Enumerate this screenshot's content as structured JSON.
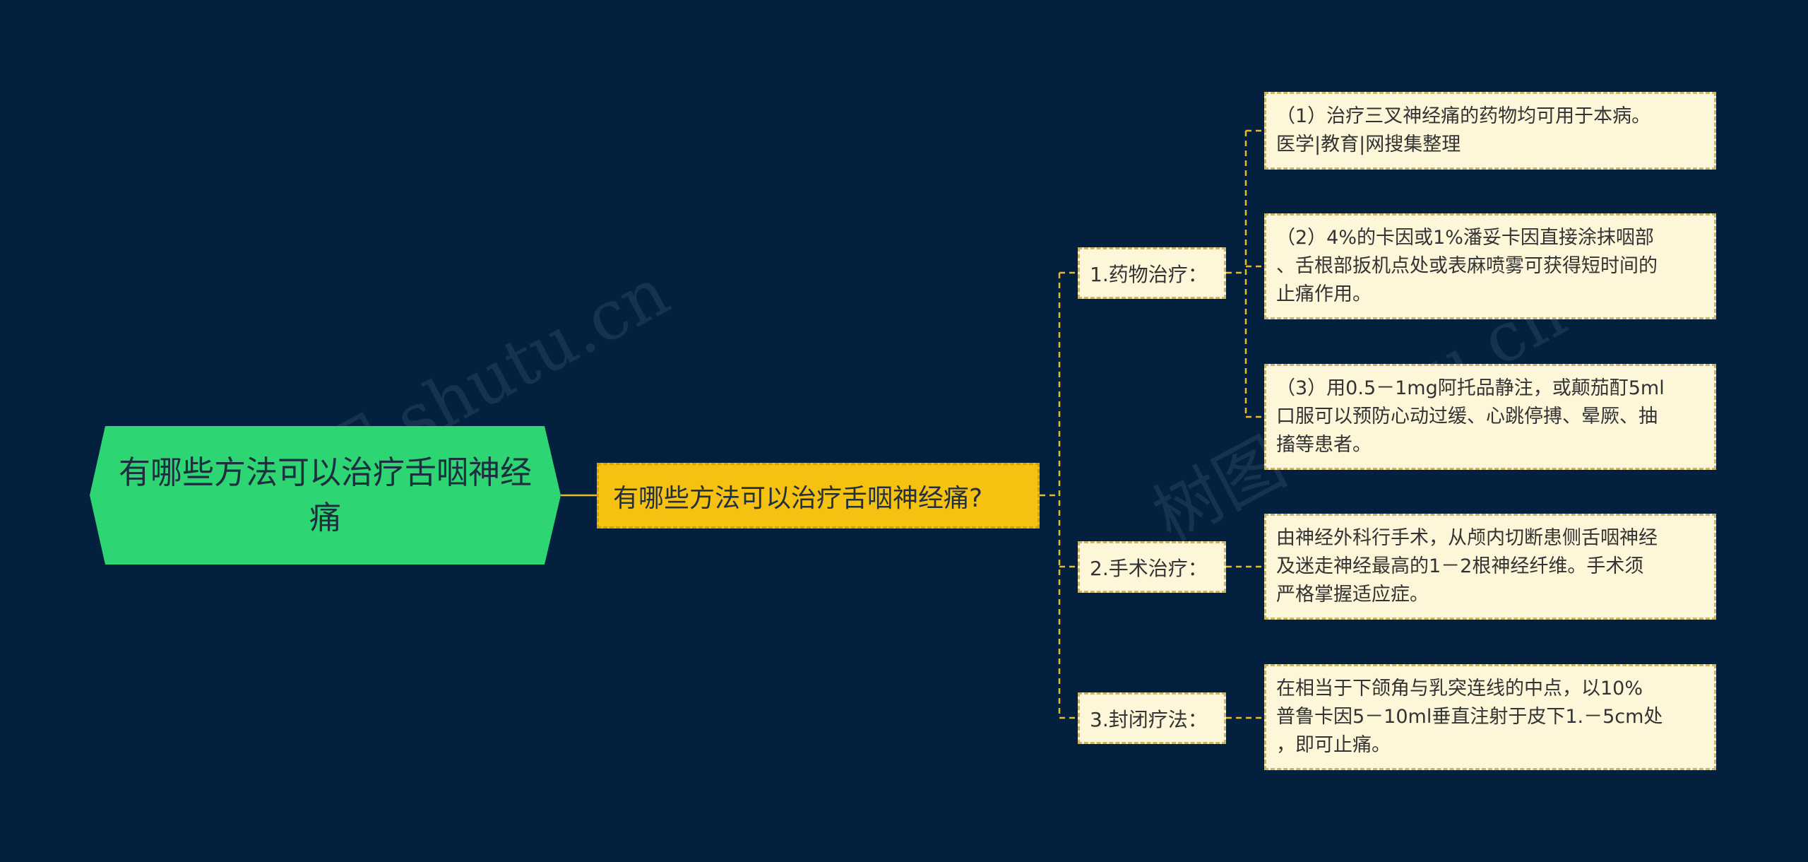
{
  "colors": {
    "background": "#03213f",
    "root_fill": "#2ed573",
    "main_fill": "#f5c211",
    "leaf_fill": "#fdf6d9",
    "connector": "#e8b923"
  },
  "mindmap": {
    "root": "有哪些方法可以治疗舌咽神经痛",
    "main": "有哪些方法可以治疗舌咽神经痛?",
    "branches": [
      {
        "label": "1.药物治疗：",
        "items": [
          "（1）治疗三叉神经痛的药物均可用于本病。\n医学|教育|网搜集整理",
          "（2）4%的卡因或1%潘妥卡因直接涂抹咽部\n、舌根部扳机点处或表麻喷雾可获得短时间的\n止痛作用。",
          "（3）用0.5－1mg阿托品静注，或颠茄酊5ml\n口服可以预防心动过缓、心跳停搏、晕厥、抽\n搐等患者。"
        ]
      },
      {
        "label": "2.手术治疗：",
        "items": [
          "由神经外科行手术，从颅内切断患侧舌咽神经\n及迷走神经最高的1－2根神经纤维。手术须\n严格掌握适应症。"
        ]
      },
      {
        "label": "3.封闭疗法：",
        "items": [
          "在相当于下颌角与乳突连线的中点，以10%\n普鲁卡因5－10ml垂直注射于皮下1.－5cm处\n，即可止痛。"
        ]
      }
    ]
  },
  "watermarks": [
    "树图 shutu.cn",
    "树图 shutu.cn"
  ]
}
